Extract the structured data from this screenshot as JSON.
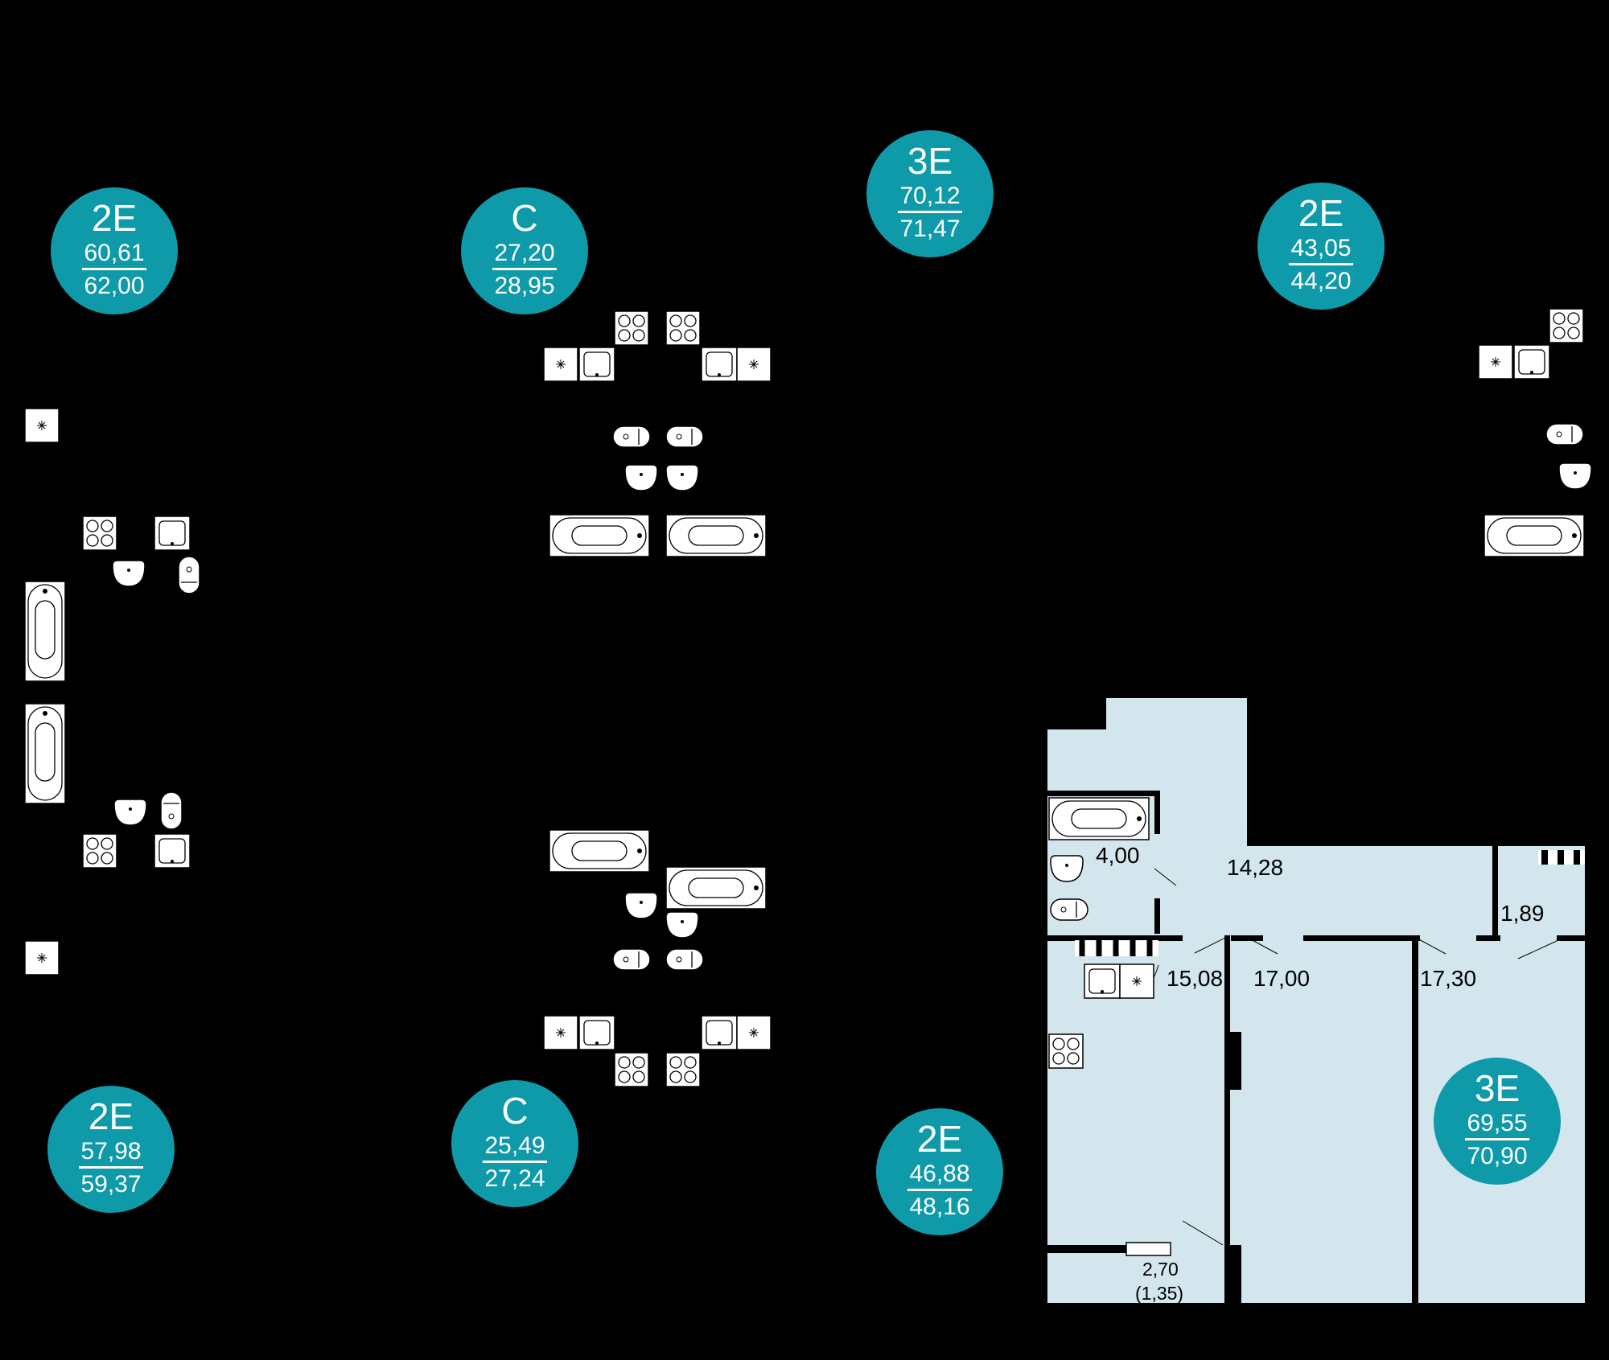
{
  "colors": {
    "background": "#000000",
    "badge": "#0f9aaa",
    "room_fill": "#d3e5ed",
    "wall": "#000000",
    "fixture": "#ffffff"
  },
  "apartments": [
    {
      "id": "a1",
      "type": "2E",
      "living": "60,61",
      "total": "62,00"
    },
    {
      "id": "a2",
      "type": "C",
      "living": "27,20",
      "total": "28,95"
    },
    {
      "id": "a3",
      "type": "3E",
      "living": "70,12",
      "total": "71,47"
    },
    {
      "id": "a4",
      "type": "2E",
      "living": "43,05",
      "total": "44,20"
    },
    {
      "id": "a5",
      "type": "2E",
      "living": "57,98",
      "total": "59,37"
    },
    {
      "id": "a6",
      "type": "C",
      "living": "25,49",
      "total": "27,24"
    },
    {
      "id": "a7",
      "type": "2E",
      "living": "46,88",
      "total": "48,16"
    },
    {
      "id": "a8",
      "type": "3E",
      "living": "69,55",
      "total": "70,90"
    }
  ],
  "highlighted_apartment": {
    "type": "3E",
    "rooms": {
      "bathroom": "4,00",
      "hall": "14,28",
      "storage": "1,89",
      "kitchen": "15,08",
      "bedroom_1": "17,00",
      "bedroom_2": "17,30",
      "balcony": "2,70",
      "balcony_reduced": "(1,35)"
    }
  },
  "icons": [
    "bathtub-icon",
    "washbasin-icon",
    "toilet-icon",
    "stove-icon",
    "kitchen-sink-icon",
    "ventilation-icon"
  ]
}
